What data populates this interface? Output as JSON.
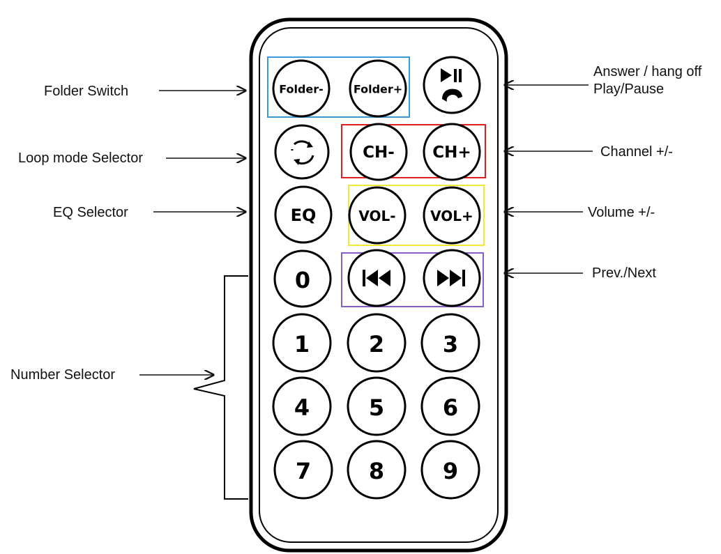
{
  "labels": {
    "folder_switch": "Folder Switch",
    "loop_mode": "Loop mode Selector",
    "eq_selector": "EQ Selector",
    "number_selector": "Number Selector",
    "answer_hang": "Answer / hang off",
    "play_pause": "Play/Pause",
    "channel": "Channel +/-",
    "volume": "Volume +/-",
    "prev_next": "Prev./Next"
  },
  "buttons": {
    "folder_minus": "Folder-",
    "folder_plus": "Folder+",
    "ch_minus": "CH-",
    "ch_plus": "CH+",
    "eq": "EQ",
    "vol_minus": "VOL-",
    "vol_plus": "VOL+",
    "n0": "0",
    "n1": "1",
    "n2": "2",
    "n3": "3",
    "n4": "4",
    "n5": "5",
    "n6": "6",
    "n7": "7",
    "n8": "8",
    "n9": "9"
  },
  "icons": {
    "play_pause": "play-pause-phone-icon",
    "loop": "loop-icon",
    "prev": "previous-track-icon",
    "next": "next-track-icon"
  },
  "colors": {
    "folder_group": "#3a9ad9",
    "channel_group": "#e02020",
    "volume_group": "#f2e83a",
    "prevnext_group": "#8a5cc7"
  }
}
